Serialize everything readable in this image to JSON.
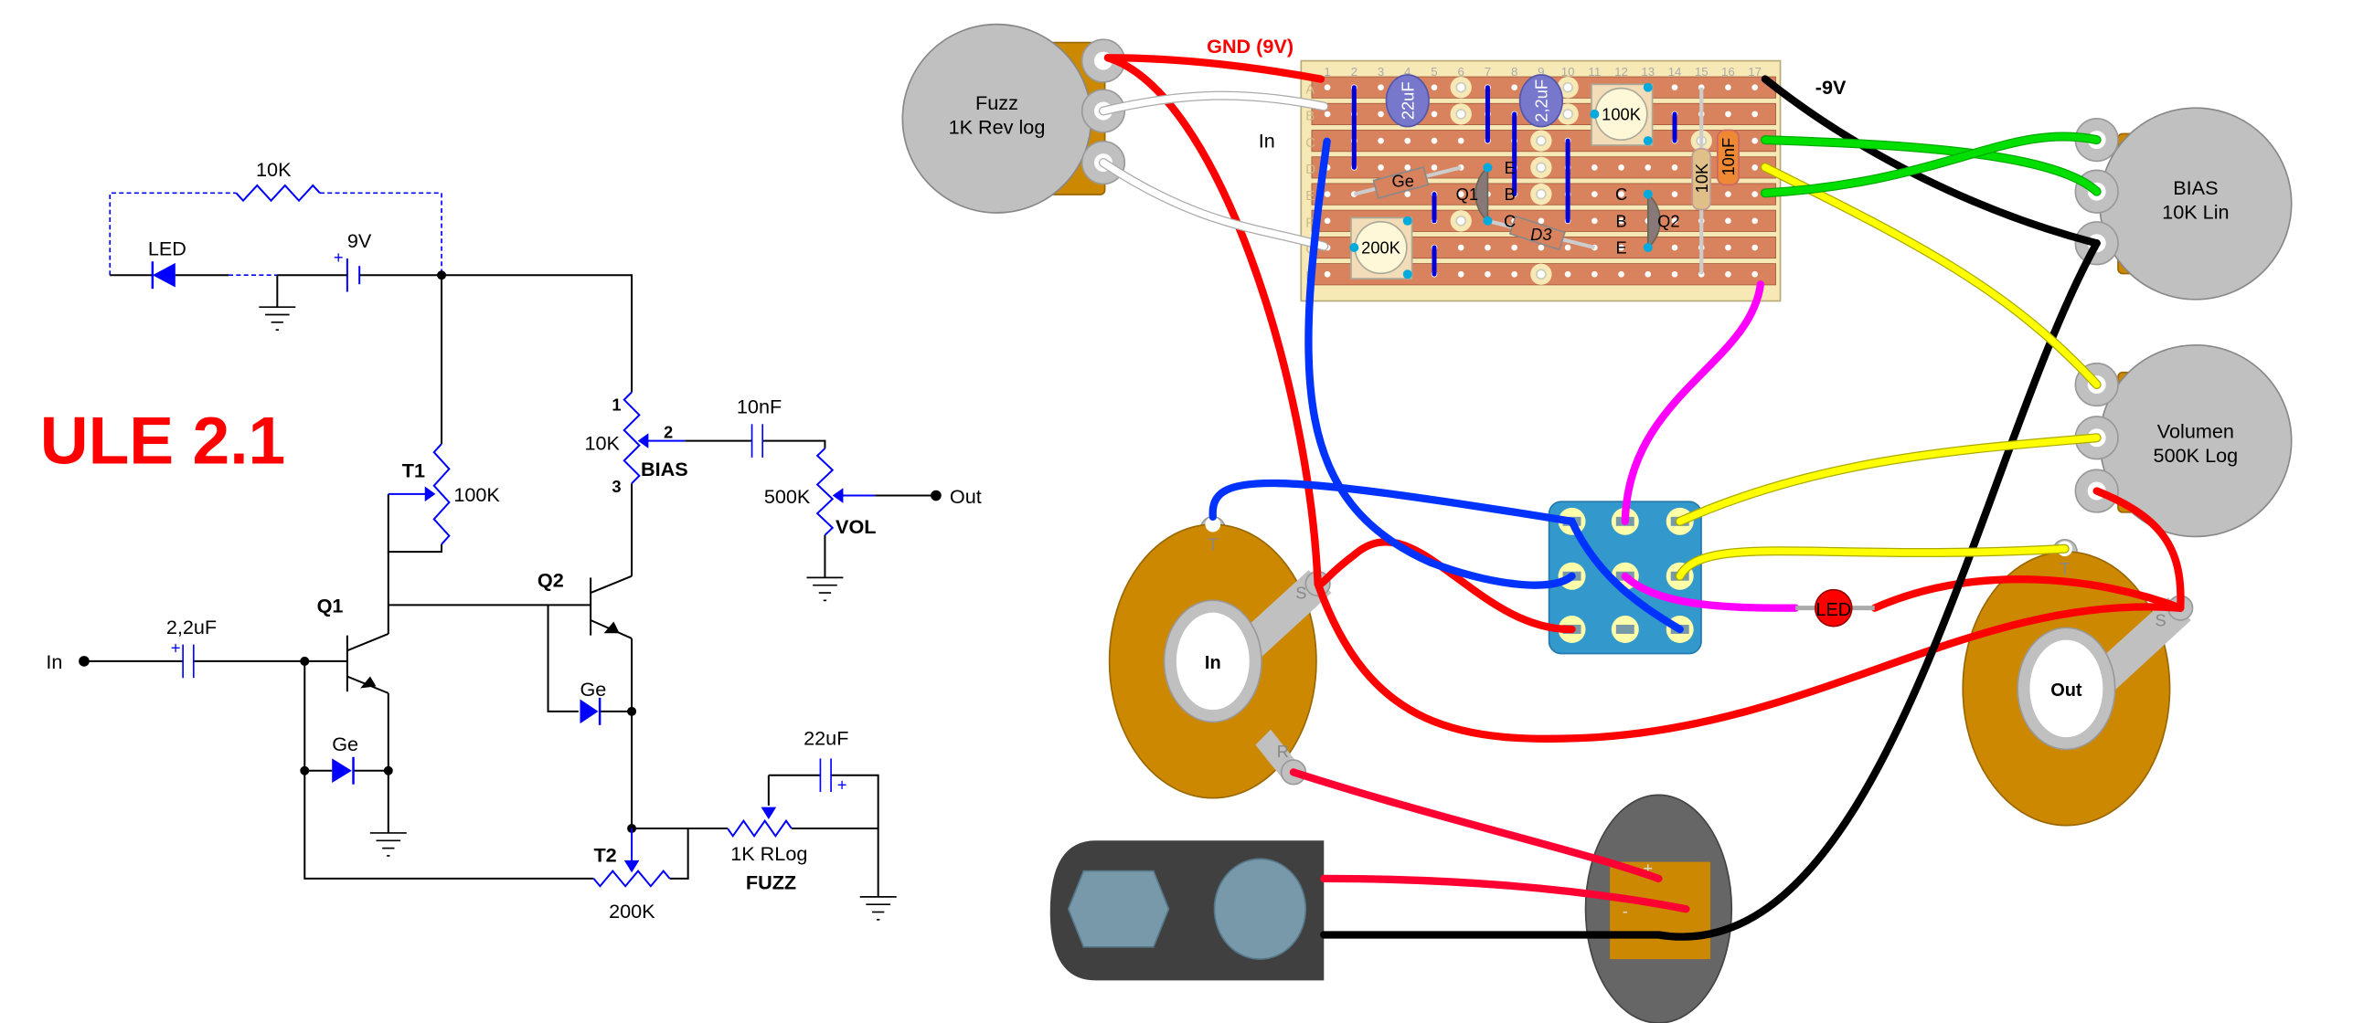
{
  "schematic": {
    "title": "ULE 2.1",
    "r_led": "10K",
    "led": "LED",
    "battery": "9V",
    "plus": "+",
    "t1": "T1",
    "t1_value": "100K",
    "q1": "Q1",
    "c_in": "2,2uF",
    "in": "In",
    "ge1": "Ge",
    "q2": "Q2",
    "ge2": "Ge",
    "bias_pin1": "1",
    "bias_pin2": "2",
    "bias_pin3": "3",
    "bias_value": "10K",
    "bias": "BIAS",
    "c_out": "10nF",
    "vol_value": "500K",
    "vol": "VOL",
    "out": "Out",
    "c_fuzz": "22uF",
    "fuzz_value": "1K RLog",
    "fuzz": "FUZZ",
    "t2": "T2",
    "t2_value": "200K"
  },
  "wiring": {
    "fuzz_pot": {
      "name": "Fuzz",
      "value": "1K Rev log"
    },
    "gnd_label": "GND (9V)",
    "in_label": "In",
    "neg_label": "-9V",
    "bias_pot": {
      "name": "BIAS",
      "value": "10K Lin"
    },
    "vol_pot": {
      "name": "Volumen",
      "value": "500K Log"
    },
    "in_jack": {
      "label": "In",
      "tip": "T",
      "sleeve": "S",
      "ring": "R"
    },
    "out_jack": {
      "label": "Out",
      "tip": "T",
      "sleeve": "S"
    },
    "led": "LED",
    "battery_plus": "+",
    "battery_minus": "-",
    "board": {
      "columns": [
        "1",
        "2",
        "3",
        "4",
        "5",
        "6",
        "7",
        "8",
        "9",
        "10",
        "11",
        "12",
        "13",
        "14",
        "15",
        "16",
        "17"
      ],
      "rows": [
        "A",
        "B",
        "C",
        "D",
        "E",
        "F",
        "G",
        "H"
      ],
      "c1": "22uF",
      "c2": "2,2uF",
      "trim1": "100K",
      "trim2": "200K",
      "diode_ge": "Ge",
      "q1": "Q1",
      "q1_e": "E",
      "q1_b": "B",
      "q1_c": "C",
      "d3": "D3",
      "q2": "Q2",
      "q2_c": "C",
      "q2_b": "B",
      "q2_e": "E",
      "r1": "10K",
      "c3": "10nF"
    }
  },
  "colors": {
    "title": "#ff0000",
    "schematic_blue": "#0000ff",
    "board": "#f7e9b5",
    "strip": "#d9835e",
    "pot": "#c0c0c0",
    "pot_body": "#cc8800",
    "jack": "#cc8800",
    "switch": "#3399cc",
    "wire_red": "#ff0000",
    "wire_blue": "#0033ff",
    "wire_black": "#000000",
    "wire_green": "#00e000",
    "wire_yellow": "#ffff00",
    "wire_magenta": "#ff00ff",
    "wire_white": "#ffffff",
    "battery_clip": "#404040"
  }
}
